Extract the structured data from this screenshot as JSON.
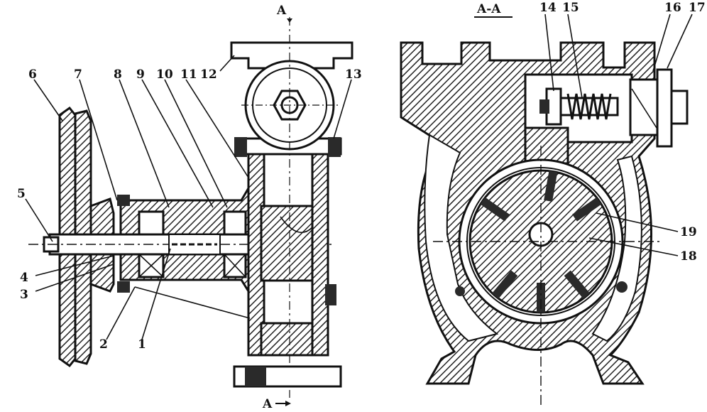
{
  "diagram": {
    "section_top": "A",
    "section_bottom": "A",
    "section_title": "A-A",
    "left_labels": [
      "6",
      "7",
      "8",
      "9",
      "10",
      "11",
      "12",
      "13",
      "5",
      "4",
      "3",
      "2",
      "1"
    ],
    "right_labels": [
      "14",
      "15",
      "16",
      "17",
      "19",
      "18"
    ]
  }
}
